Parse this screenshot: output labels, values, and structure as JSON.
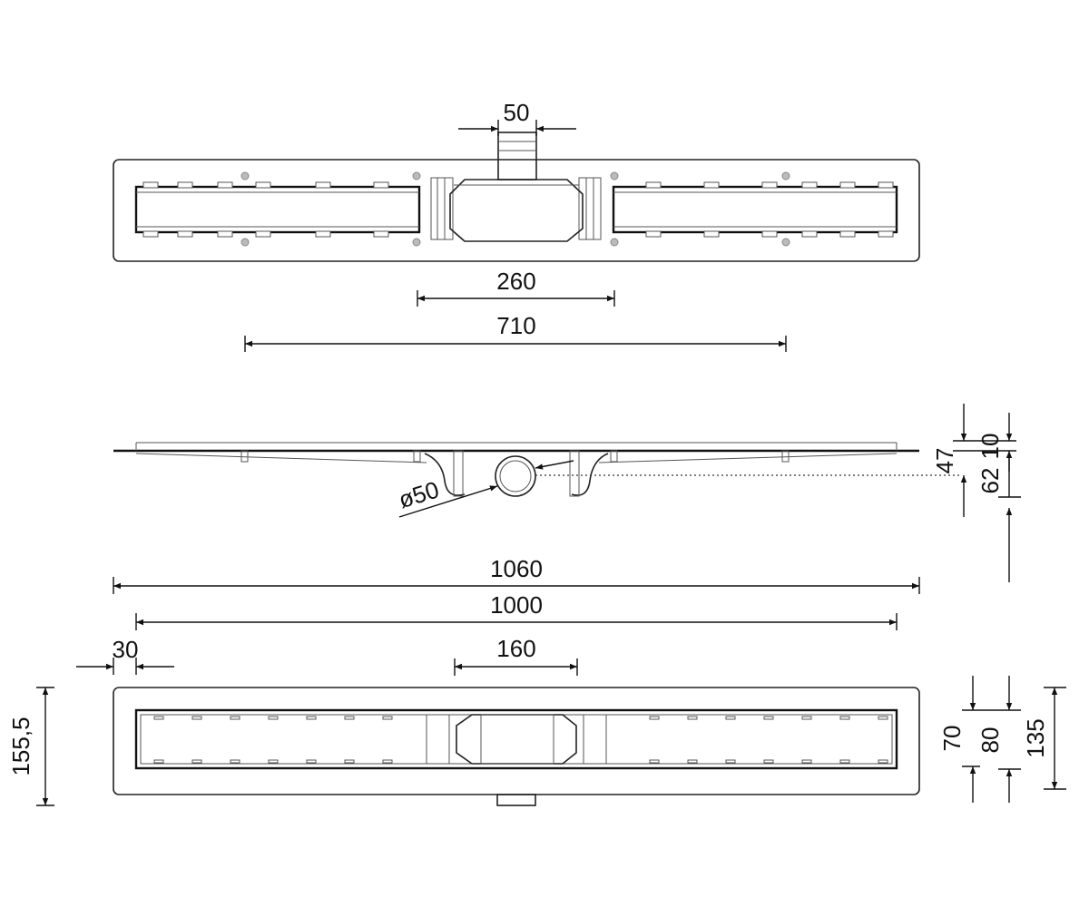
{
  "dimensions": {
    "outlet_width": "50",
    "screw_spacing_inner": "260",
    "screw_spacing_outer": "710",
    "outlet_diameter": "ø50",
    "height_47": "47",
    "height_10": "10",
    "height_62": "62",
    "total_length": "1060",
    "grate_length": "1000",
    "edge_offset": "30",
    "outlet_center_width": "160",
    "total_width": "155,5",
    "height_70": "70",
    "height_80": "80",
    "height_135": "135"
  }
}
